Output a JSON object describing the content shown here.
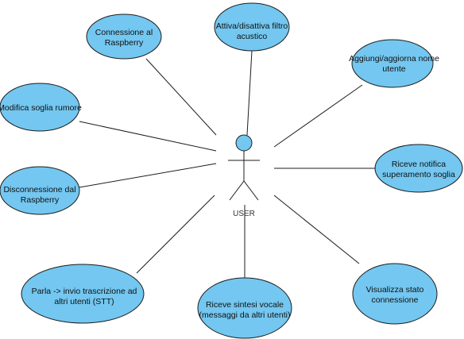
{
  "actor": {
    "label": "USER",
    "icon": "stick-figure-icon"
  },
  "colors": {
    "usecase_fill": "#73c7f0",
    "stroke": "#1c1c1c"
  },
  "usecases": [
    {
      "id": "connessione",
      "lines": [
        "Connessione al",
        "Raspberry"
      ]
    },
    {
      "id": "filtro",
      "lines": [
        "Attiva/disattiva filtro",
        "acustico"
      ]
    },
    {
      "id": "nome-utente",
      "lines": [
        "Aggiungi/aggiorna nome",
        "utente"
      ]
    },
    {
      "id": "soglia",
      "lines": [
        "Modifica soglia rumore"
      ]
    },
    {
      "id": "notifica",
      "lines": [
        "Riceve notifica",
        "superamento soglia"
      ]
    },
    {
      "id": "disconnessione",
      "lines": [
        "Disconnessione dal",
        "Raspberry"
      ]
    },
    {
      "id": "stt",
      "lines": [
        "Parla -> invio trascrizione ad",
        "altri utenti (STT)"
      ]
    },
    {
      "id": "sintesi",
      "lines": [
        "Riceve sintesi vocale",
        "(messaggi da altri utenti)"
      ]
    },
    {
      "id": "stato",
      "lines": [
        "Visualizza stato",
        "connessione"
      ]
    }
  ]
}
